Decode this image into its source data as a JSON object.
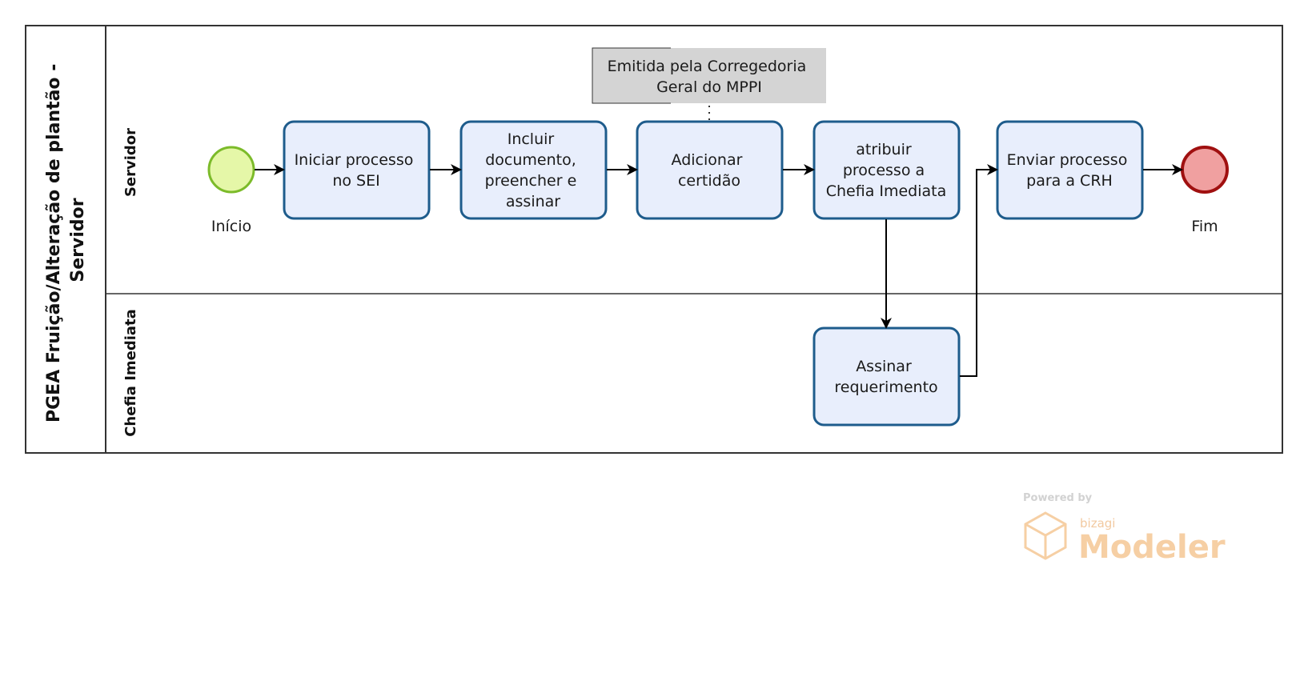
{
  "pool": {
    "label_line1": "PGEA Fruição/Alteração de plantão -",
    "label_line2": "Servidor"
  },
  "lanes": [
    {
      "label": "Servidor"
    },
    {
      "label": "Chefia Imediata"
    }
  ],
  "events": {
    "start": {
      "label": "Início",
      "color": "#e5f7a8",
      "stroke": "#7cbb2a"
    },
    "end": {
      "label": "Fim",
      "color": "#f0a0a0",
      "stroke": "#a01010"
    }
  },
  "tasks": {
    "t1": {
      "lines": [
        "Iniciar processo",
        "no SEI"
      ]
    },
    "t2": {
      "lines": [
        "Incluir",
        "documento,",
        "preencher e",
        "assinar"
      ]
    },
    "t3": {
      "lines": [
        "Adicionar",
        "certidão"
      ]
    },
    "t4": {
      "lines": [
        "atribuir",
        "processo a",
        "Chefia Imediata"
      ]
    },
    "t5": {
      "lines": [
        "Enviar processo",
        "para a CRH"
      ]
    },
    "t6": {
      "lines": [
        "Assinar",
        "requerimento"
      ]
    }
  },
  "annotation": {
    "lines": [
      "Emitida pela Corregedoria",
      "Geral do MPPI"
    ]
  },
  "watermark": {
    "powered": "Powered by",
    "brand": "bizagi",
    "product": "Modeler"
  },
  "colors": {
    "task_fill": "#e8eefc",
    "task_stroke": "#1e5c8c",
    "line": "#000000",
    "annotation_fill": "#d4d4d4"
  }
}
